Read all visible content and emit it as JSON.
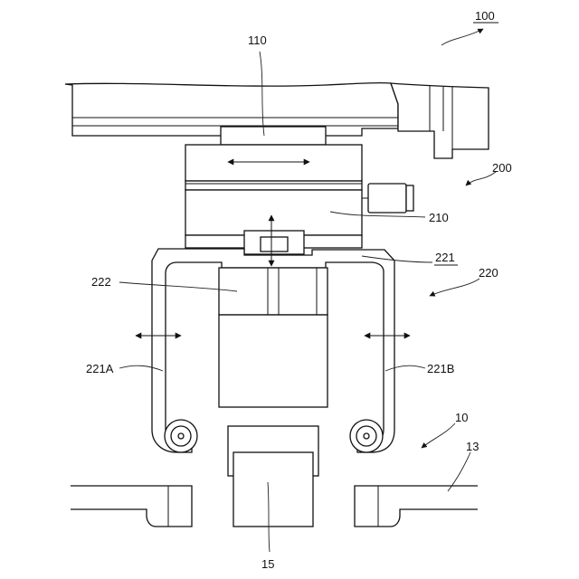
{
  "labels": {
    "l100": "100",
    "l110": "110",
    "l200": "200",
    "l210": "210",
    "l221": "221",
    "l220": "220",
    "l222": "222",
    "l221A": "221A",
    "l221B": "221B",
    "l10": "10",
    "l13": "13",
    "l15": "15"
  }
}
